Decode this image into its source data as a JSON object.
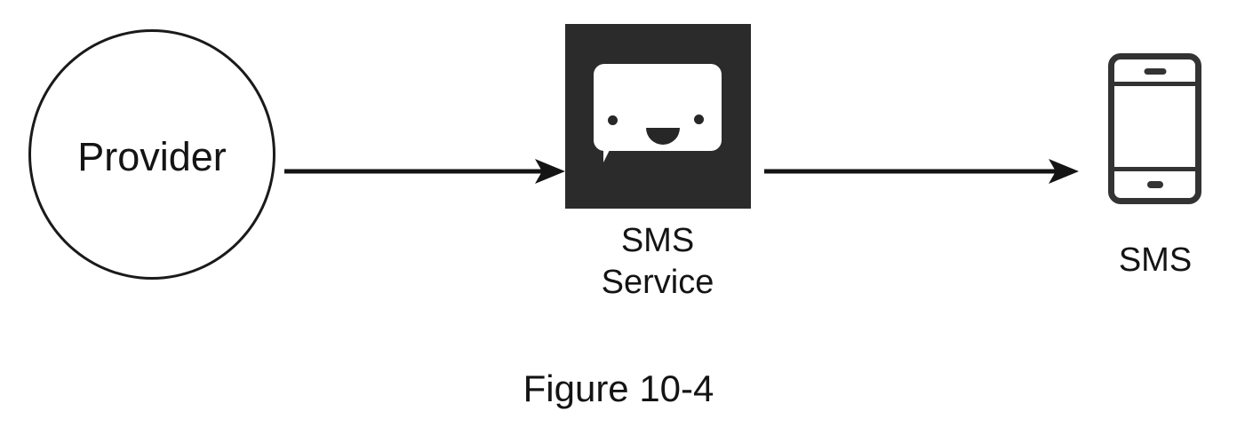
{
  "figure": {
    "caption": "Figure 10-4",
    "background_color": "#ffffff",
    "ink_color": "#141414"
  },
  "diagram": {
    "type": "flow",
    "direction": "left-to-right",
    "nodes": [
      {
        "id": "provider",
        "label": "Provider",
        "shape": "circle",
        "stroke_color": "#1a1a1a",
        "fill_color": "#ffffff"
      },
      {
        "id": "sms-service",
        "label": "SMS\nService",
        "label_line_1": "SMS",
        "label_line_2": "Service",
        "shape": "square-icon",
        "icon": "chat-bubble-smiley-icon",
        "fill_color": "#2b2b2b",
        "glyph_color": "#ffffff"
      },
      {
        "id": "sms-device",
        "label": "SMS",
        "shape": "phone-icon",
        "icon": "mobile-phone-icon",
        "stroke_color": "#333333"
      }
    ],
    "edges": [
      {
        "id": "edge-1",
        "from": "provider",
        "to": "sms-service",
        "style": "solid-arrow",
        "label": ""
      },
      {
        "id": "edge-2",
        "from": "sms-service",
        "to": "sms-device",
        "style": "solid-arrow",
        "label": ""
      }
    ]
  }
}
